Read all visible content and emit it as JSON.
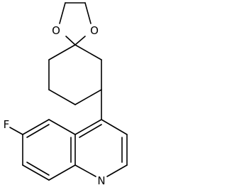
{
  "structure": {
    "atoms": {
      "oxygen_left": "O",
      "oxygen_right": "O",
      "fluorine": "F",
      "nitrogen": "N"
    }
  },
  "colors": {
    "bond": "#000000",
    "background": "#ffffff"
  }
}
